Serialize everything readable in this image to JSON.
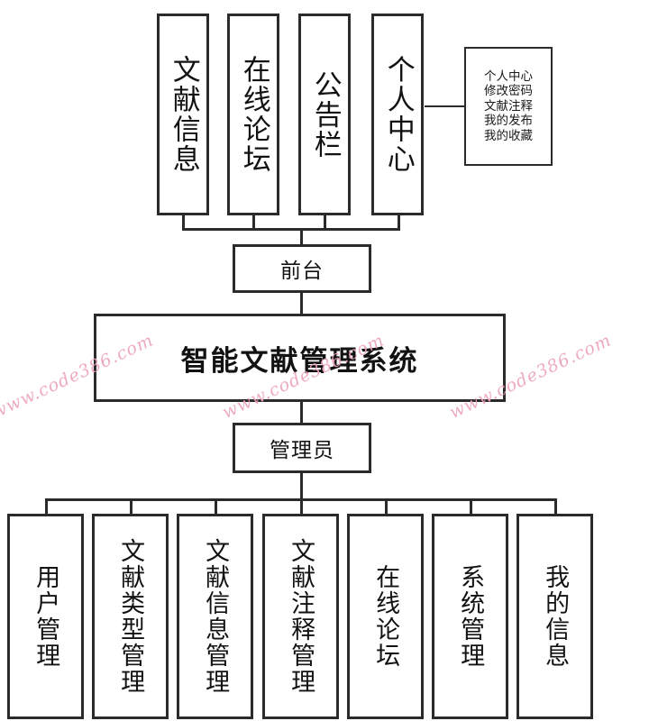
{
  "diagram": {
    "title": "智能文献管理系统",
    "system_node": {
      "label": "智能文献管理系统"
    },
    "branches": [
      {
        "label": "前台"
      },
      {
        "label": "管理员"
      }
    ],
    "frontend": {
      "parent_label": "前台",
      "items": [
        {
          "label": "文献信息"
        },
        {
          "label": "在线论坛"
        },
        {
          "label": "公告栏"
        },
        {
          "label": "个人中心"
        }
      ],
      "detail_panel": {
        "attached_to": "个人中心",
        "lines": [
          "个人中心",
          "修改密码",
          "文献注释",
          "我的发布",
          "我的收藏"
        ]
      }
    },
    "admin": {
      "parent_label": "管理员",
      "items": [
        {
          "label": "用户管理"
        },
        {
          "label": "文献类型管理"
        },
        {
          "label": "文献信息管理"
        },
        {
          "label": "文献注释管理"
        },
        {
          "label": "在线论坛"
        },
        {
          "label": "系统管理"
        },
        {
          "label": "我的信息"
        }
      ]
    },
    "colors": {
      "border": "#2b2b2b",
      "text": "#121212",
      "background": "#ffffff",
      "watermark": "#eda3bb"
    },
    "watermarks": [
      {
        "text": "www.code386.com"
      },
      {
        "text": "www.code386.com"
      },
      {
        "text": "www.code386.com"
      }
    ]
  }
}
